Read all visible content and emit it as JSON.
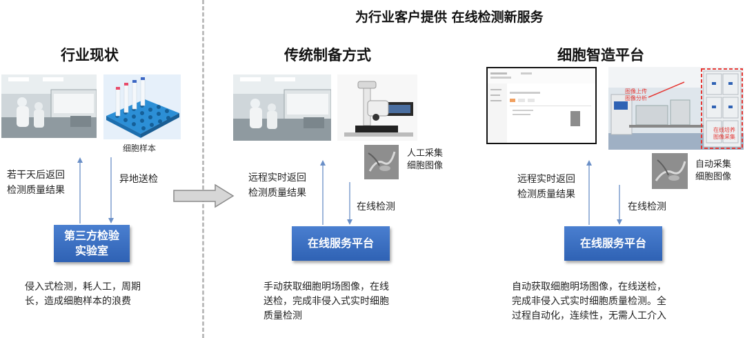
{
  "banner": "为行业客户提供 在线检测新服务",
  "sections": {
    "current": {
      "title": "行业现状",
      "sample_label": "细胞样本",
      "up_label": [
        "若干天后返回",
        "检测质量结果"
      ],
      "down_label": "异地送检",
      "box_label": [
        "第三方检验",
        "实验室"
      ],
      "desc": [
        "侵入式检测，耗人工，周期",
        "长，造成细胞样本的浪费"
      ]
    },
    "traditional": {
      "title": "传统制备方式",
      "up_label": [
        "远程实时返回",
        "检测质量结果"
      ],
      "capture_label": [
        "人工采集",
        "细胞图像"
      ],
      "down_label": "在线检测",
      "box_label": "在线服务平台",
      "desc": [
        "手动获取细胞明场图像，在线",
        "送检，完成非侵入式实时细胞",
        "质量检测"
      ]
    },
    "smart": {
      "title": "细胞智造平台",
      "up_label": [
        "远程实时返回",
        "检测质量结果"
      ],
      "capture_label": [
        "自动采集",
        "细胞图像"
      ],
      "down_label": "在线检测",
      "box_label": "在线服务平台",
      "photo_annotation_left": [
        "图像上传",
        "图像分析"
      ],
      "photo_annotation_right": [
        "在线培养",
        "图像采集"
      ],
      "desc": [
        "自动获取细胞明场图像，在线送检，",
        "完成非侵入式实时细胞质量检测。全",
        "过程自动化，连续性，无需人工介入"
      ]
    }
  },
  "colors": {
    "box": "#2f62b4",
    "arrow": "#6a8fc7",
    "red_annotation": "#e53935",
    "divider": "#bdbdbd"
  },
  "icons": [
    "lab-photo",
    "tube-rack-photo",
    "microscope-photo",
    "cell-image",
    "software-screenshot",
    "workstation-photo",
    "gray-process-arrow"
  ]
}
